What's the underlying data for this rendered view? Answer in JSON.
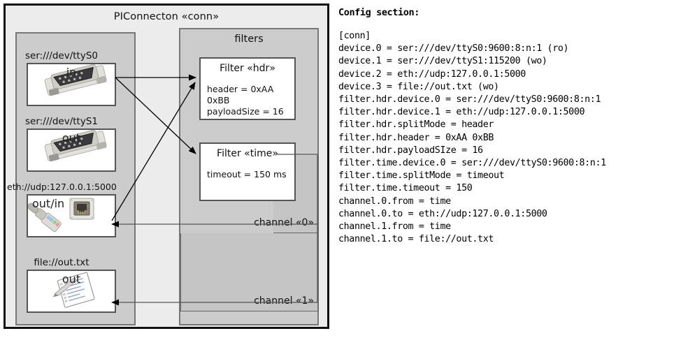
{
  "diagram": {
    "title": "PIConnecton «conn»",
    "devices_group": {
      "name": "devices-group",
      "devices": [
        {
          "label": "ser:///dev/ttyS0",
          "direction": "in",
          "icon": "serial-db9-connector-icon"
        },
        {
          "label": "ser:///dev/ttyS1",
          "direction": "out",
          "icon": "serial-db9-connector-icon"
        },
        {
          "label": "eth://udp:127.0.0.1:5000",
          "direction": "out/in",
          "icon": "ethernet-rj45-icon"
        },
        {
          "label": "file://out.txt",
          "direction": "out",
          "icon": "text-file-edit-icon"
        }
      ]
    },
    "filters_group": {
      "title": "filters",
      "filters": [
        {
          "title": "Filter «hdr»",
          "attributes": [
            "header = 0xAA 0xBB",
            "payloadSize = 16"
          ]
        },
        {
          "title": "Filter «time»",
          "attributes": [
            "timeout = 150 ms"
          ]
        }
      ],
      "channels": [
        {
          "label": "channel «0»"
        },
        {
          "label": "channel «1»"
        }
      ]
    },
    "colors": {
      "frame_border": "#111111",
      "canvas_bg": "#ececec",
      "group_bg": "#cccccc",
      "group_border": "#777777",
      "card_bg": "#ffffff",
      "card_border": "#555555",
      "arrow": "#000000"
    }
  },
  "config": {
    "heading": "Config section:",
    "lines": [
      "[conn]",
      "device.0 = ser:///dev/ttyS0:9600:8:n:1 (ro)",
      "device.1 = ser:///dev/ttyS1:115200 (wo)",
      "device.2 = eth://udp:127.0.0.1:5000",
      "device.3 = file://out.txt (wo)",
      "filter.hdr.device.0 = ser:///dev/ttyS0:9600:8:n:1",
      "filter.hdr.device.1 = eth://udp:127.0.0.1:5000",
      "filter.hdr.splitMode = header",
      "filter.hdr.header = 0xAA 0xBB",
      "filter.hdr.payloadSIze = 16",
      "filter.time.device.0 = ser:///dev/ttyS0:9600:8:n:1",
      "filter.time.splitMode = timeout",
      "filter.time.timeout = 150",
      "channel.0.from = time",
      "channel.0.to = eth://udp:127.0.0.1:5000",
      "channel.1.from = time",
      "channel.1.to = file://out.txt"
    ]
  }
}
